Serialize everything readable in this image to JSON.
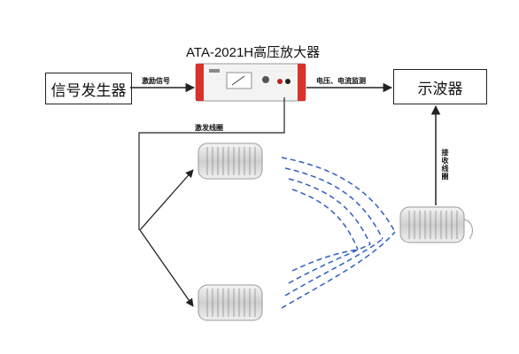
{
  "amplifier_title": "ATA-2021H高压放大器",
  "blocks": {
    "signal_generator": "信号发生器",
    "oscilloscope": "示波器"
  },
  "labels": {
    "excitation_signal": "激励信号",
    "voltage_current_monitor": "电压、电流监测",
    "excitation_coil": "激发线圈",
    "receiving_coil": "接收线圈"
  },
  "colors": {
    "line": "#222222",
    "wave": "#2f5fbf",
    "amp_red": "#d8322a"
  }
}
